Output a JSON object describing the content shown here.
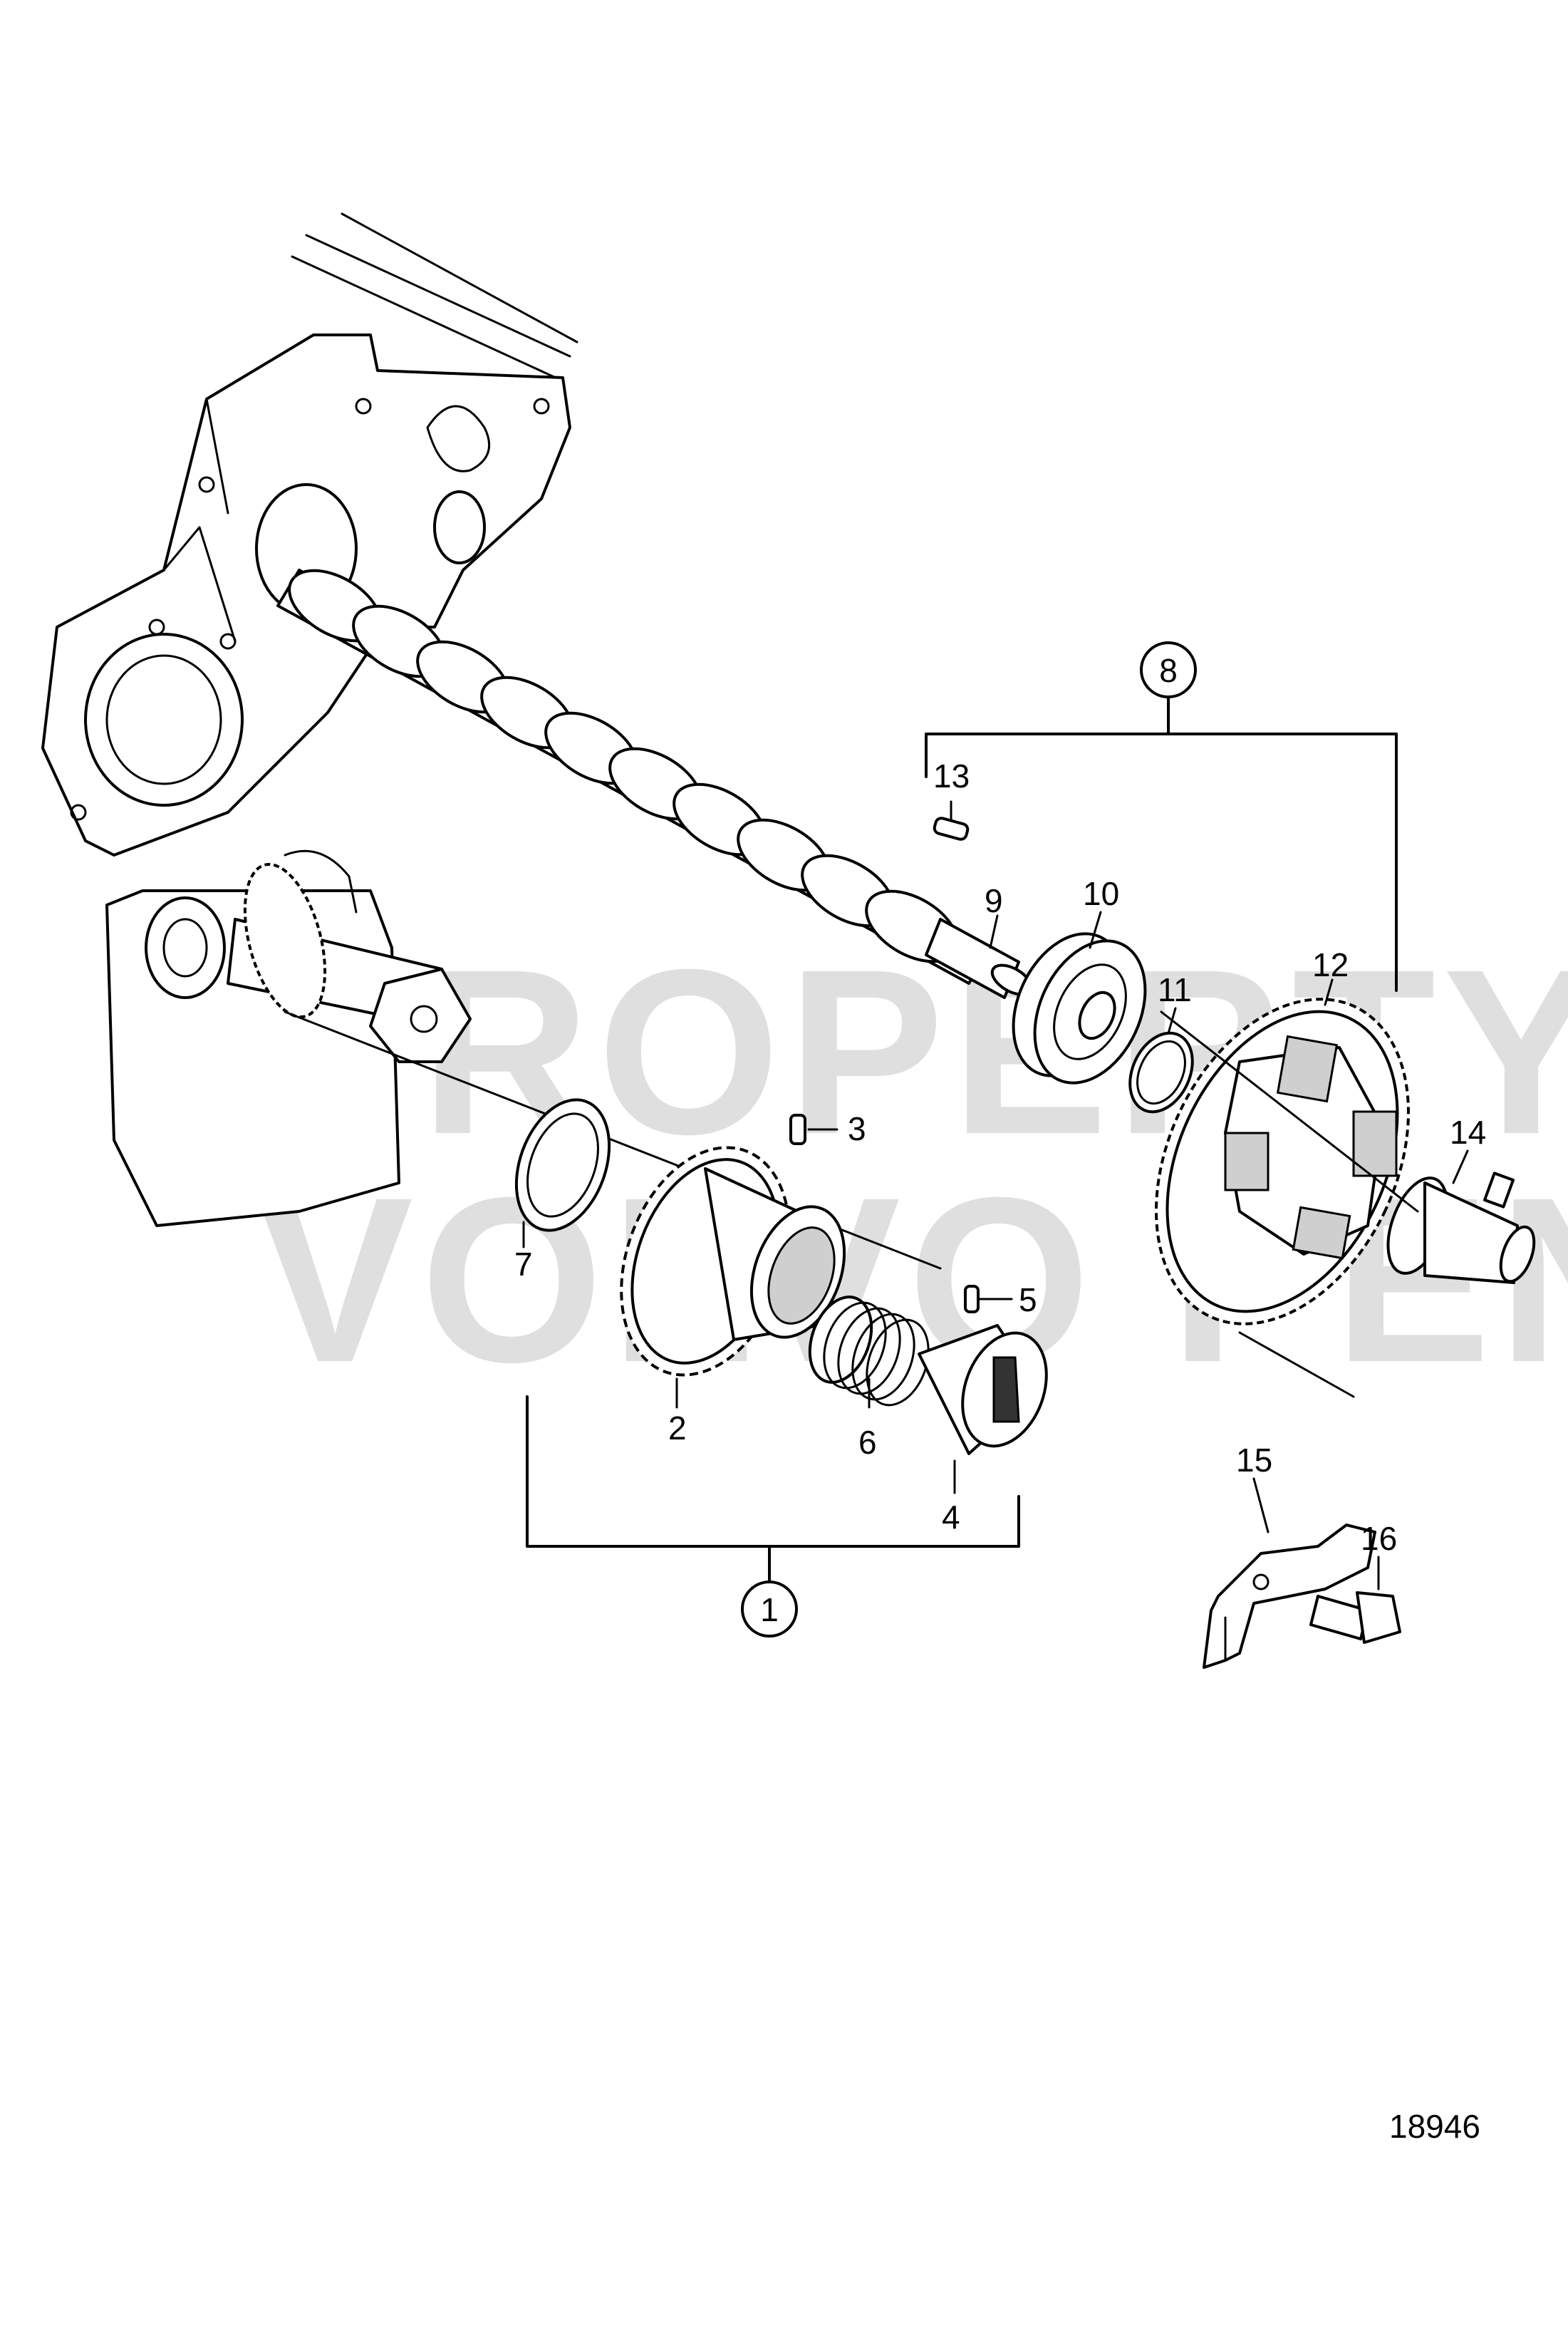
{
  "watermark": {
    "line1": "PROPERTY OF",
    "line2": "VOLVO PENTA"
  },
  "figure_number": "18946",
  "callouts": {
    "c1": "1",
    "c2": "2",
    "c3": "3",
    "c4": "4",
    "c5": "5",
    "c6": "6",
    "c7": "7",
    "c8": "8",
    "c9": "9",
    "c10": "10",
    "c11": "11",
    "c12": "12",
    "c13": "13",
    "c14": "14",
    "c15": "15",
    "c16": "16"
  }
}
